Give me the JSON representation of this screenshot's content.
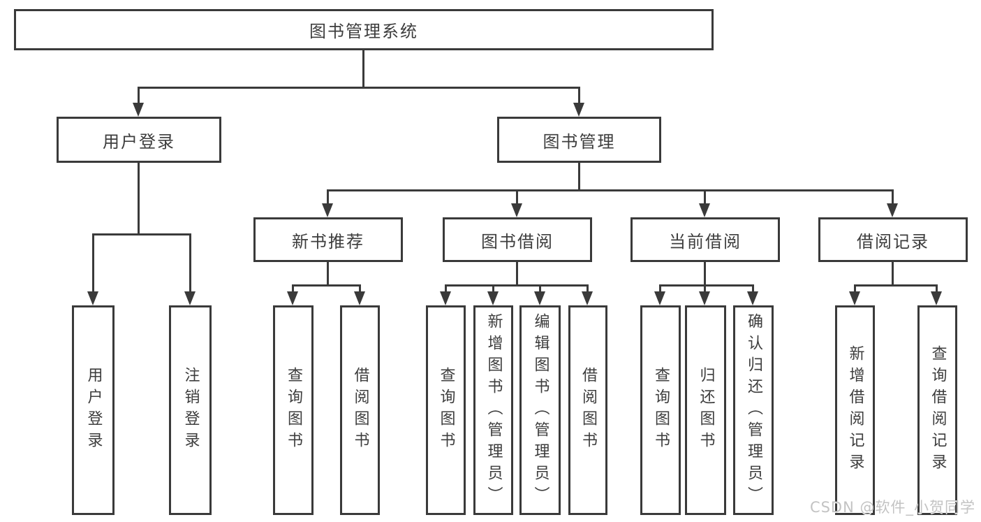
{
  "diagram": {
    "root": {
      "label": "图书管理系统"
    },
    "branches": [
      {
        "label": "用户登录",
        "children": [
          {
            "label": "用户登录"
          },
          {
            "label": "注销登录"
          }
        ]
      },
      {
        "label": "图书管理",
        "sections": [
          {
            "label": "新书推荐",
            "children": [
              {
                "label": "查询图书"
              },
              {
                "label": "借阅图书"
              }
            ]
          },
          {
            "label": "图书借阅",
            "children": [
              {
                "label": "查询图书"
              },
              {
                "label": "新增图书（管理员）"
              },
              {
                "label": "编辑图书（管理员）"
              },
              {
                "label": "借阅图书"
              }
            ]
          },
          {
            "label": "当前借阅",
            "children": [
              {
                "label": "查询图书"
              },
              {
                "label": "归还图书"
              },
              {
                "label": "确认归还（管理员）"
              }
            ]
          },
          {
            "label": "借阅记录",
            "children": [
              {
                "label": "新增借阅记录"
              },
              {
                "label": "查询借阅记录"
              }
            ]
          }
        ]
      }
    ]
  },
  "watermark": {
    "text": "CSDN @软件_小贺同学"
  },
  "colors": {
    "line": "#3a3a3a",
    "text": "#3d3d3d",
    "watermark": "#c3c3c3",
    "background": "#ffffff"
  }
}
